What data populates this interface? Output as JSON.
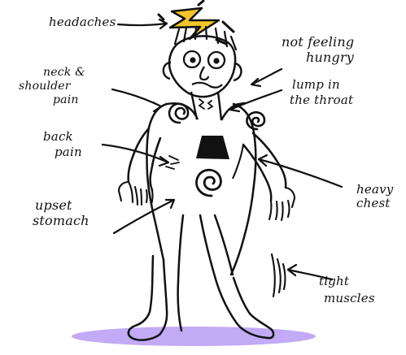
{
  "labels": {
    "headaches": "headaches",
    "not_feeling_hungry_line1": "not feeling",
    "not_feeling_hungry_line2": "hungry",
    "neck_shoulder_line1": "neck &",
    "neck_shoulder_line2": "shoulder",
    "neck_shoulder_line3": "pain",
    "lump_throat_line1": "lump in",
    "lump_throat_line2": "the throat",
    "back_pain_line1": "back",
    "back_pain_line2": "pain",
    "heavy_chest_line1": "heavy",
    "heavy_chest_line2": "chest",
    "upset_stomach_line1": "upset",
    "upset_stomach_line2": "stomach",
    "tight_muscles_line1": "tight",
    "tight_muscles_line2": "muscles"
  },
  "colors": {
    "ink": "#111111",
    "lightning_fill": "#F2C52A",
    "shadow_fill": "#BFA5F5",
    "chest_fill": "#111111"
  },
  "icons": {
    "headache_symbol": "lightning-bolt",
    "stress_spirals": "spiral-marks"
  }
}
